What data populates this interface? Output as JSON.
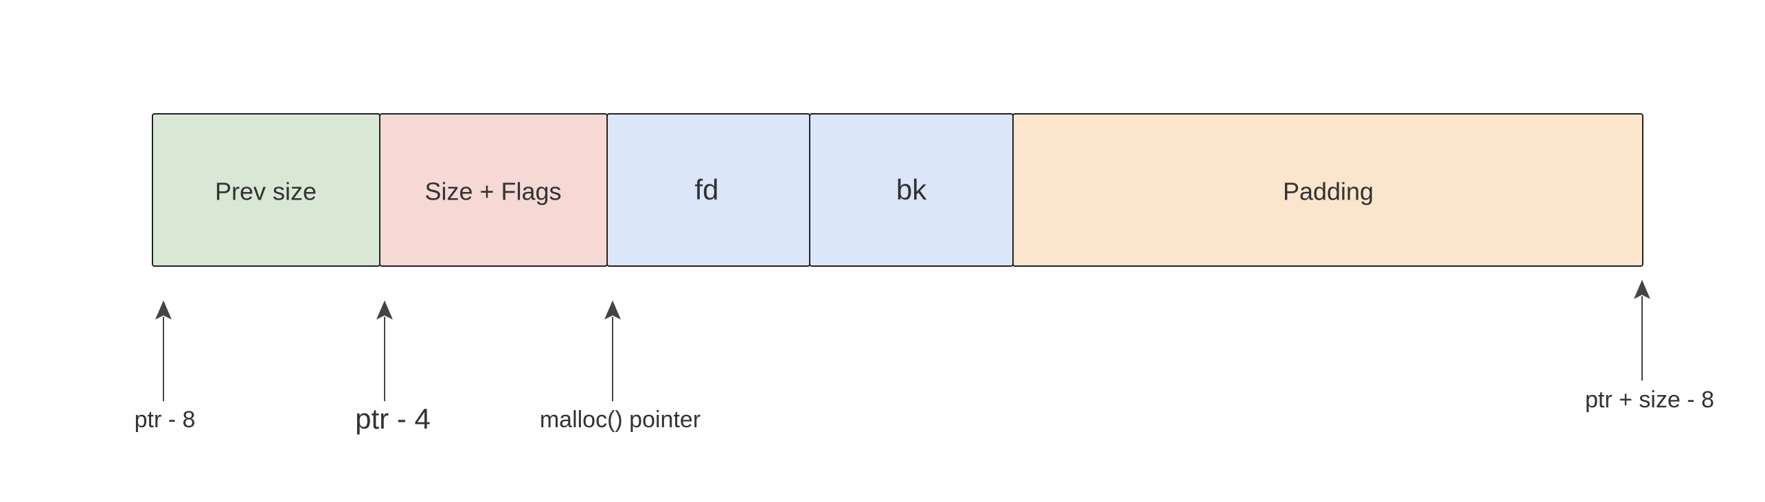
{
  "segments": [
    {
      "label": "Prev size",
      "fill": "#d9e8d5"
    },
    {
      "label": "Size + Flags",
      "fill": "#f6d8d4"
    },
    {
      "label": "fd",
      "fill": "#dbe7f8"
    },
    {
      "label": "bk",
      "fill": "#dbe7f8"
    },
    {
      "label": "Padding",
      "fill": "#fbe6cd"
    }
  ],
  "pointers": [
    {
      "label": "ptr - 8"
    },
    {
      "label": "ptr - 4"
    },
    {
      "label": "malloc() pointer"
    },
    {
      "label": "ptr + size - 8"
    }
  ]
}
